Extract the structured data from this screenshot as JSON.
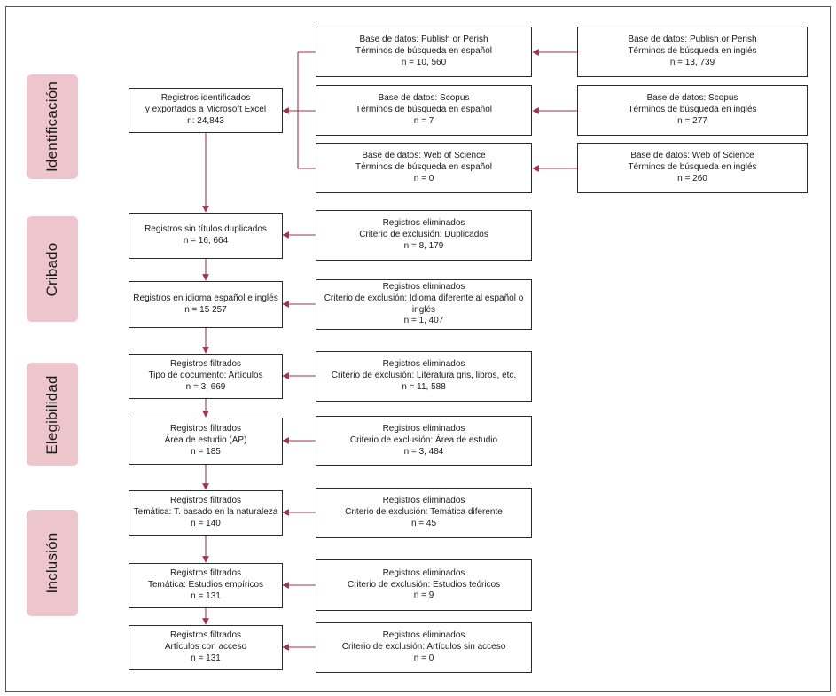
{
  "stages": [
    {
      "id": "identificacion",
      "label": "Identificación"
    },
    {
      "id": "cribado",
      "label": "Cribado"
    },
    {
      "id": "elegibilidad",
      "label": "Elegibilidad"
    },
    {
      "id": "inclusion",
      "label": "Inclusión"
    }
  ],
  "sources_es": [
    {
      "lines": [
        "Base de datos: Publish or Perish",
        "Términos de búsqueda en español",
        "n = 10, 560"
      ]
    },
    {
      "lines": [
        "Base de datos: Scopus",
        "Términos de búsqueda en español",
        "n = 7"
      ]
    },
    {
      "lines": [
        "Base de datos: Web of Science",
        "Términos de búsqueda en español",
        "n = 0"
      ]
    }
  ],
  "sources_en": [
    {
      "lines": [
        "Base de datos: Publish or Perish",
        "Términos de búsqueda en inglés",
        "n = 13, 739"
      ]
    },
    {
      "lines": [
        "Base de datos: Scopus",
        "Términos de búsqueda en inglés",
        "n = 277"
      ]
    },
    {
      "lines": [
        "Base de datos: Web of Science",
        "Términos de búsqueda en inglés",
        "n = 260"
      ]
    }
  ],
  "main_flow": [
    {
      "lines": [
        "Registros identificados",
        "y exportados a Microsoft Excel",
        "n: 24,843"
      ]
    },
    {
      "lines": [
        "Registros sin títulos duplicados",
        "n = 16, 664"
      ]
    },
    {
      "lines": [
        "Registros en idioma español e inglés",
        "n = 15 257"
      ]
    },
    {
      "lines": [
        "Registros filtrados",
        "Tipo de documento: Artículos",
        "n = 3, 669"
      ]
    },
    {
      "lines": [
        "Registros filtrados",
        "Área de estudio (AP)",
        "n = 185"
      ]
    },
    {
      "lines": [
        "Registros filtrados",
        "Temática: T. basado en la naturaleza",
        "n = 140"
      ]
    },
    {
      "lines": [
        "Registros filtrados",
        "Temática: Estudios empíricos",
        "n = 131"
      ]
    },
    {
      "lines": [
        "Registros filtrados",
        "Artículos con acceso",
        "n = 131"
      ]
    }
  ],
  "exclusions": [
    {
      "lines": [
        "Registros eliminados",
        "Criterio de exclusión: Duplicados",
        "n = 8, 179"
      ]
    },
    {
      "lines": [
        "Registros eliminados",
        "Criterio de exclusión: Idioma diferente al español o",
        "inglés",
        "n = 1, 407"
      ]
    },
    {
      "lines": [
        "Registros eliminados",
        "Criterio de exclusión: Literatura gris, libros, etc.",
        "n = 11, 588"
      ]
    },
    {
      "lines": [
        "Registros eliminados",
        "Criterio de exclusión: Área de estudio",
        "n = 3, 484"
      ]
    },
    {
      "lines": [
        "Registros eliminados",
        "Criterio de exclusión: Temática diferente",
        "n = 45"
      ]
    },
    {
      "lines": [
        "Registros eliminados",
        "Criterio de exclusión: Estudios teóricos",
        "n = 9"
      ]
    },
    {
      "lines": [
        "Registros eliminados",
        "Criterio de exclusión: Artículos sin acceso",
        "n = 0"
      ]
    }
  ],
  "colors": {
    "arrow": "#a0344a",
    "stage_fill": "#ecc6cc",
    "box_border": "#2a2a2a"
  }
}
